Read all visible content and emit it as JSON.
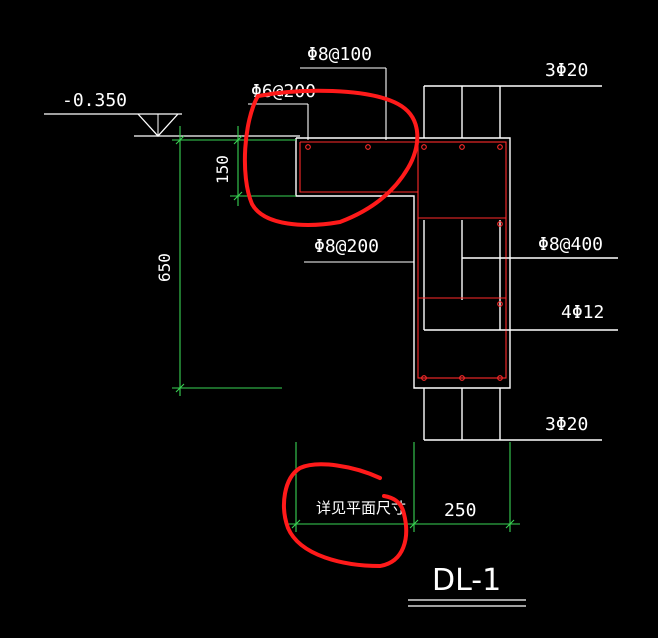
{
  "drawing": {
    "title": "DL-1",
    "elevation": "-0.350",
    "labels": {
      "top_stirrup": "Φ8@100",
      "slab_bar": "Φ6@200",
      "top_bars": "3Φ20",
      "mid_stirrup": "Φ8@200",
      "side_stirrup": "Φ8@400",
      "side_bars": "4Φ12",
      "bottom_bars": "3Φ20"
    },
    "dimensions": {
      "slab_depth": "150",
      "beam_depth": "650",
      "beam_width": "250",
      "see_plan": "详见平面尺寸"
    }
  },
  "colors": {
    "background": "#000000",
    "outline": "#ffffff",
    "rebar": "#ff2a2a",
    "dimension": "#39d353",
    "markup": "#ff1a1a"
  }
}
